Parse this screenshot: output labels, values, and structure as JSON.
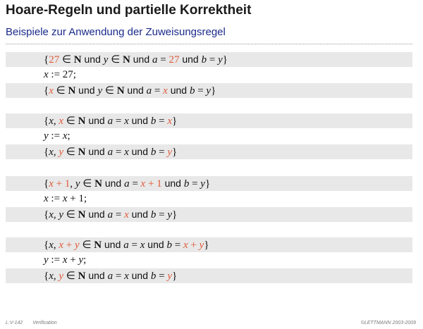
{
  "slide": {
    "title": "Hoare-Regeln und partielle Korrektheit",
    "subtitle": "Beispiele zur Anwendung der Zuweisungsregel"
  },
  "footer": {
    "left_label": "L:V-142",
    "left_topic": "Verification",
    "right": "©LETTMANN 2003-2009"
  },
  "examples": [
    {
      "pre": [
        [
          "{",
          "t"
        ],
        [
          "27",
          "hl"
        ],
        [
          " ∈ ",
          "t"
        ],
        [
          "N",
          "b"
        ],
        [
          " und ",
          "w"
        ],
        [
          "y",
          "v"
        ],
        [
          " ∈ ",
          "t"
        ],
        [
          "N",
          "b"
        ],
        [
          " und ",
          "w"
        ],
        [
          "a",
          "v"
        ],
        [
          " = ",
          "t"
        ],
        [
          "27",
          "hl"
        ],
        [
          " und ",
          "w"
        ],
        [
          "b",
          "v"
        ],
        [
          " = ",
          "t"
        ],
        [
          "y",
          "v"
        ],
        [
          "}",
          "t"
        ]
      ],
      "stmt": [
        [
          "x",
          "v"
        ],
        [
          " := 27;",
          "t"
        ]
      ],
      "post": [
        [
          "{",
          "t"
        ],
        [
          "x",
          "hlv"
        ],
        [
          " ∈ ",
          "t"
        ],
        [
          "N",
          "b"
        ],
        [
          " und ",
          "w"
        ],
        [
          "y",
          "v"
        ],
        [
          " ∈ ",
          "t"
        ],
        [
          "N",
          "b"
        ],
        [
          " und ",
          "w"
        ],
        [
          "a",
          "v"
        ],
        [
          " = ",
          "t"
        ],
        [
          "x",
          "hlv"
        ],
        [
          " und ",
          "w"
        ],
        [
          "b",
          "v"
        ],
        [
          " = ",
          "t"
        ],
        [
          "y",
          "v"
        ],
        [
          "}",
          "t"
        ]
      ]
    },
    {
      "pre": [
        [
          "{",
          "t"
        ],
        [
          "x",
          "v"
        ],
        [
          ", ",
          "t"
        ],
        [
          "x",
          "hlv"
        ],
        [
          " ∈ ",
          "t"
        ],
        [
          "N",
          "b"
        ],
        [
          " und ",
          "w"
        ],
        [
          "a",
          "v"
        ],
        [
          " = ",
          "t"
        ],
        [
          "x",
          "v"
        ],
        [
          " und ",
          "w"
        ],
        [
          "b",
          "v"
        ],
        [
          " = ",
          "t"
        ],
        [
          "x",
          "hlv"
        ],
        [
          "}",
          "t"
        ]
      ],
      "stmt": [
        [
          "y",
          "v"
        ],
        [
          " := ",
          "t"
        ],
        [
          "x",
          "v"
        ],
        [
          ";",
          "t"
        ]
      ],
      "post": [
        [
          "{",
          "t"
        ],
        [
          "x",
          "v"
        ],
        [
          ", ",
          "t"
        ],
        [
          "y",
          "hlv"
        ],
        [
          " ∈ ",
          "t"
        ],
        [
          "N",
          "b"
        ],
        [
          " und ",
          "w"
        ],
        [
          "a",
          "v"
        ],
        [
          " = ",
          "t"
        ],
        [
          "x",
          "v"
        ],
        [
          " und ",
          "w"
        ],
        [
          "b",
          "v"
        ],
        [
          " = ",
          "t"
        ],
        [
          "y",
          "hlv"
        ],
        [
          "}",
          "t"
        ]
      ]
    },
    {
      "pre": [
        [
          "{",
          "t"
        ],
        [
          "x",
          "hlv"
        ],
        [
          " + 1",
          "hl"
        ],
        [
          ", ",
          "t"
        ],
        [
          "y",
          "v"
        ],
        [
          " ∈ ",
          "t"
        ],
        [
          "N",
          "b"
        ],
        [
          " und ",
          "w"
        ],
        [
          "a",
          "v"
        ],
        [
          " = ",
          "t"
        ],
        [
          "x",
          "hlv"
        ],
        [
          " + 1",
          "hl"
        ],
        [
          " und ",
          "w"
        ],
        [
          "b",
          "v"
        ],
        [
          " = ",
          "t"
        ],
        [
          "y",
          "v"
        ],
        [
          "}",
          "t"
        ]
      ],
      "stmt": [
        [
          "x",
          "v"
        ],
        [
          " := ",
          "t"
        ],
        [
          "x",
          "v"
        ],
        [
          " + 1;",
          "t"
        ]
      ],
      "post": [
        [
          "{",
          "t"
        ],
        [
          "x",
          "v"
        ],
        [
          ", ",
          "t"
        ],
        [
          "y",
          "v"
        ],
        [
          " ∈ ",
          "t"
        ],
        [
          "N",
          "b"
        ],
        [
          " und ",
          "w"
        ],
        [
          "a",
          "v"
        ],
        [
          " = ",
          "t"
        ],
        [
          "x",
          "hlv"
        ],
        [
          " und ",
          "w"
        ],
        [
          "b",
          "v"
        ],
        [
          " = ",
          "t"
        ],
        [
          "y",
          "v"
        ],
        [
          "}",
          "t"
        ]
      ]
    },
    {
      "pre": [
        [
          "{",
          "t"
        ],
        [
          "x",
          "v"
        ],
        [
          ", ",
          "t"
        ],
        [
          "x",
          "hlv"
        ],
        [
          " + ",
          "hl"
        ],
        [
          "y",
          "hlv"
        ],
        [
          " ∈ ",
          "t"
        ],
        [
          "N",
          "b"
        ],
        [
          " und ",
          "w"
        ],
        [
          "a",
          "v"
        ],
        [
          " = ",
          "t"
        ],
        [
          "x",
          "v"
        ],
        [
          " und ",
          "w"
        ],
        [
          "b",
          "v"
        ],
        [
          " = ",
          "t"
        ],
        [
          "x",
          "hlv"
        ],
        [
          " + ",
          "hl"
        ],
        [
          "y",
          "hlv"
        ],
        [
          "}",
          "t"
        ]
      ],
      "stmt": [
        [
          "y",
          "v"
        ],
        [
          " := ",
          "t"
        ],
        [
          "x",
          "v"
        ],
        [
          " + ",
          "t"
        ],
        [
          "y",
          "v"
        ],
        [
          ";",
          "t"
        ]
      ],
      "post": [
        [
          "{",
          "t"
        ],
        [
          "x",
          "v"
        ],
        [
          ", ",
          "t"
        ],
        [
          "y",
          "hlv"
        ],
        [
          " ∈ ",
          "t"
        ],
        [
          "N",
          "b"
        ],
        [
          " und ",
          "w"
        ],
        [
          "a",
          "v"
        ],
        [
          " = ",
          "t"
        ],
        [
          "x",
          "v"
        ],
        [
          " und ",
          "w"
        ],
        [
          "b",
          "v"
        ],
        [
          " = ",
          "t"
        ],
        [
          "y",
          "hlv"
        ],
        [
          "}",
          "t"
        ]
      ]
    }
  ],
  "colors": {
    "highlight": "#e05a3a",
    "subtitle": "#1a2a8a",
    "shaded_row": "#e8e8e8"
  }
}
